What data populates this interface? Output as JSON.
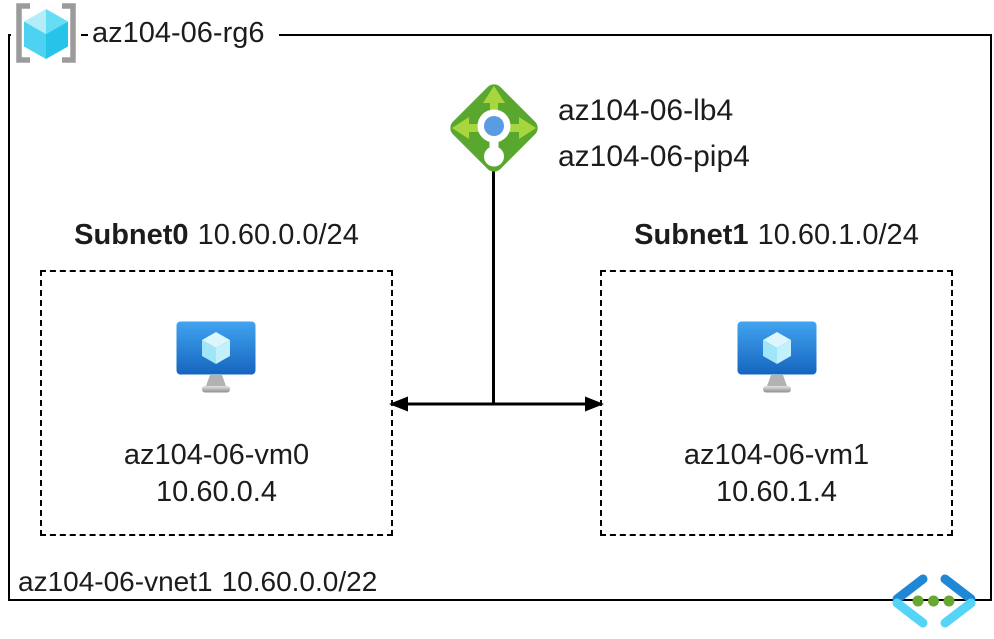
{
  "diagram": {
    "resource_group": {
      "name": "az104-06-rg6"
    },
    "load_balancer": {
      "name": "az104-06-lb4",
      "public_ip": "az104-06-pip4"
    },
    "virtual_network": {
      "name": "az104-06-vnet1",
      "cidr": "10.60.0.0/22"
    },
    "subnets": [
      {
        "name": "Subnet0",
        "cidr": "10.60.0.0/24",
        "vm": {
          "name": "az104-06-vm0",
          "ip": "10.60.0.4"
        }
      },
      {
        "name": "Subnet1",
        "cidr": "10.60.1.0/24",
        "vm": {
          "name": "az104-06-vm1",
          "ip": "10.60.1.4"
        }
      }
    ],
    "icons": {
      "resource_group": "resource-group-icon",
      "load_balancer": "load-balancer-icon",
      "virtual_machine": "virtual-machine-icon",
      "virtual_network": "virtual-network-icon"
    },
    "colors": {
      "line_black": "#000000",
      "rg_cube_cyan": "#31c7ee",
      "rg_bracket_gray": "#9b9b9b",
      "lb_diamond_green": "#5aa730",
      "lb_arrow_green": "#a8d63e",
      "lb_center_blue": "#599ce2",
      "vm_screen_top_blue": "#42a4f0",
      "vm_screen_bottom_blue": "#1565be",
      "vm_cube_cyan": "#c2f0fb",
      "vnet_chevron_dark_blue": "#1f87d6",
      "vnet_chevron_light_cyan": "#55d4f8",
      "vnet_dot_green": "#66a832"
    }
  }
}
